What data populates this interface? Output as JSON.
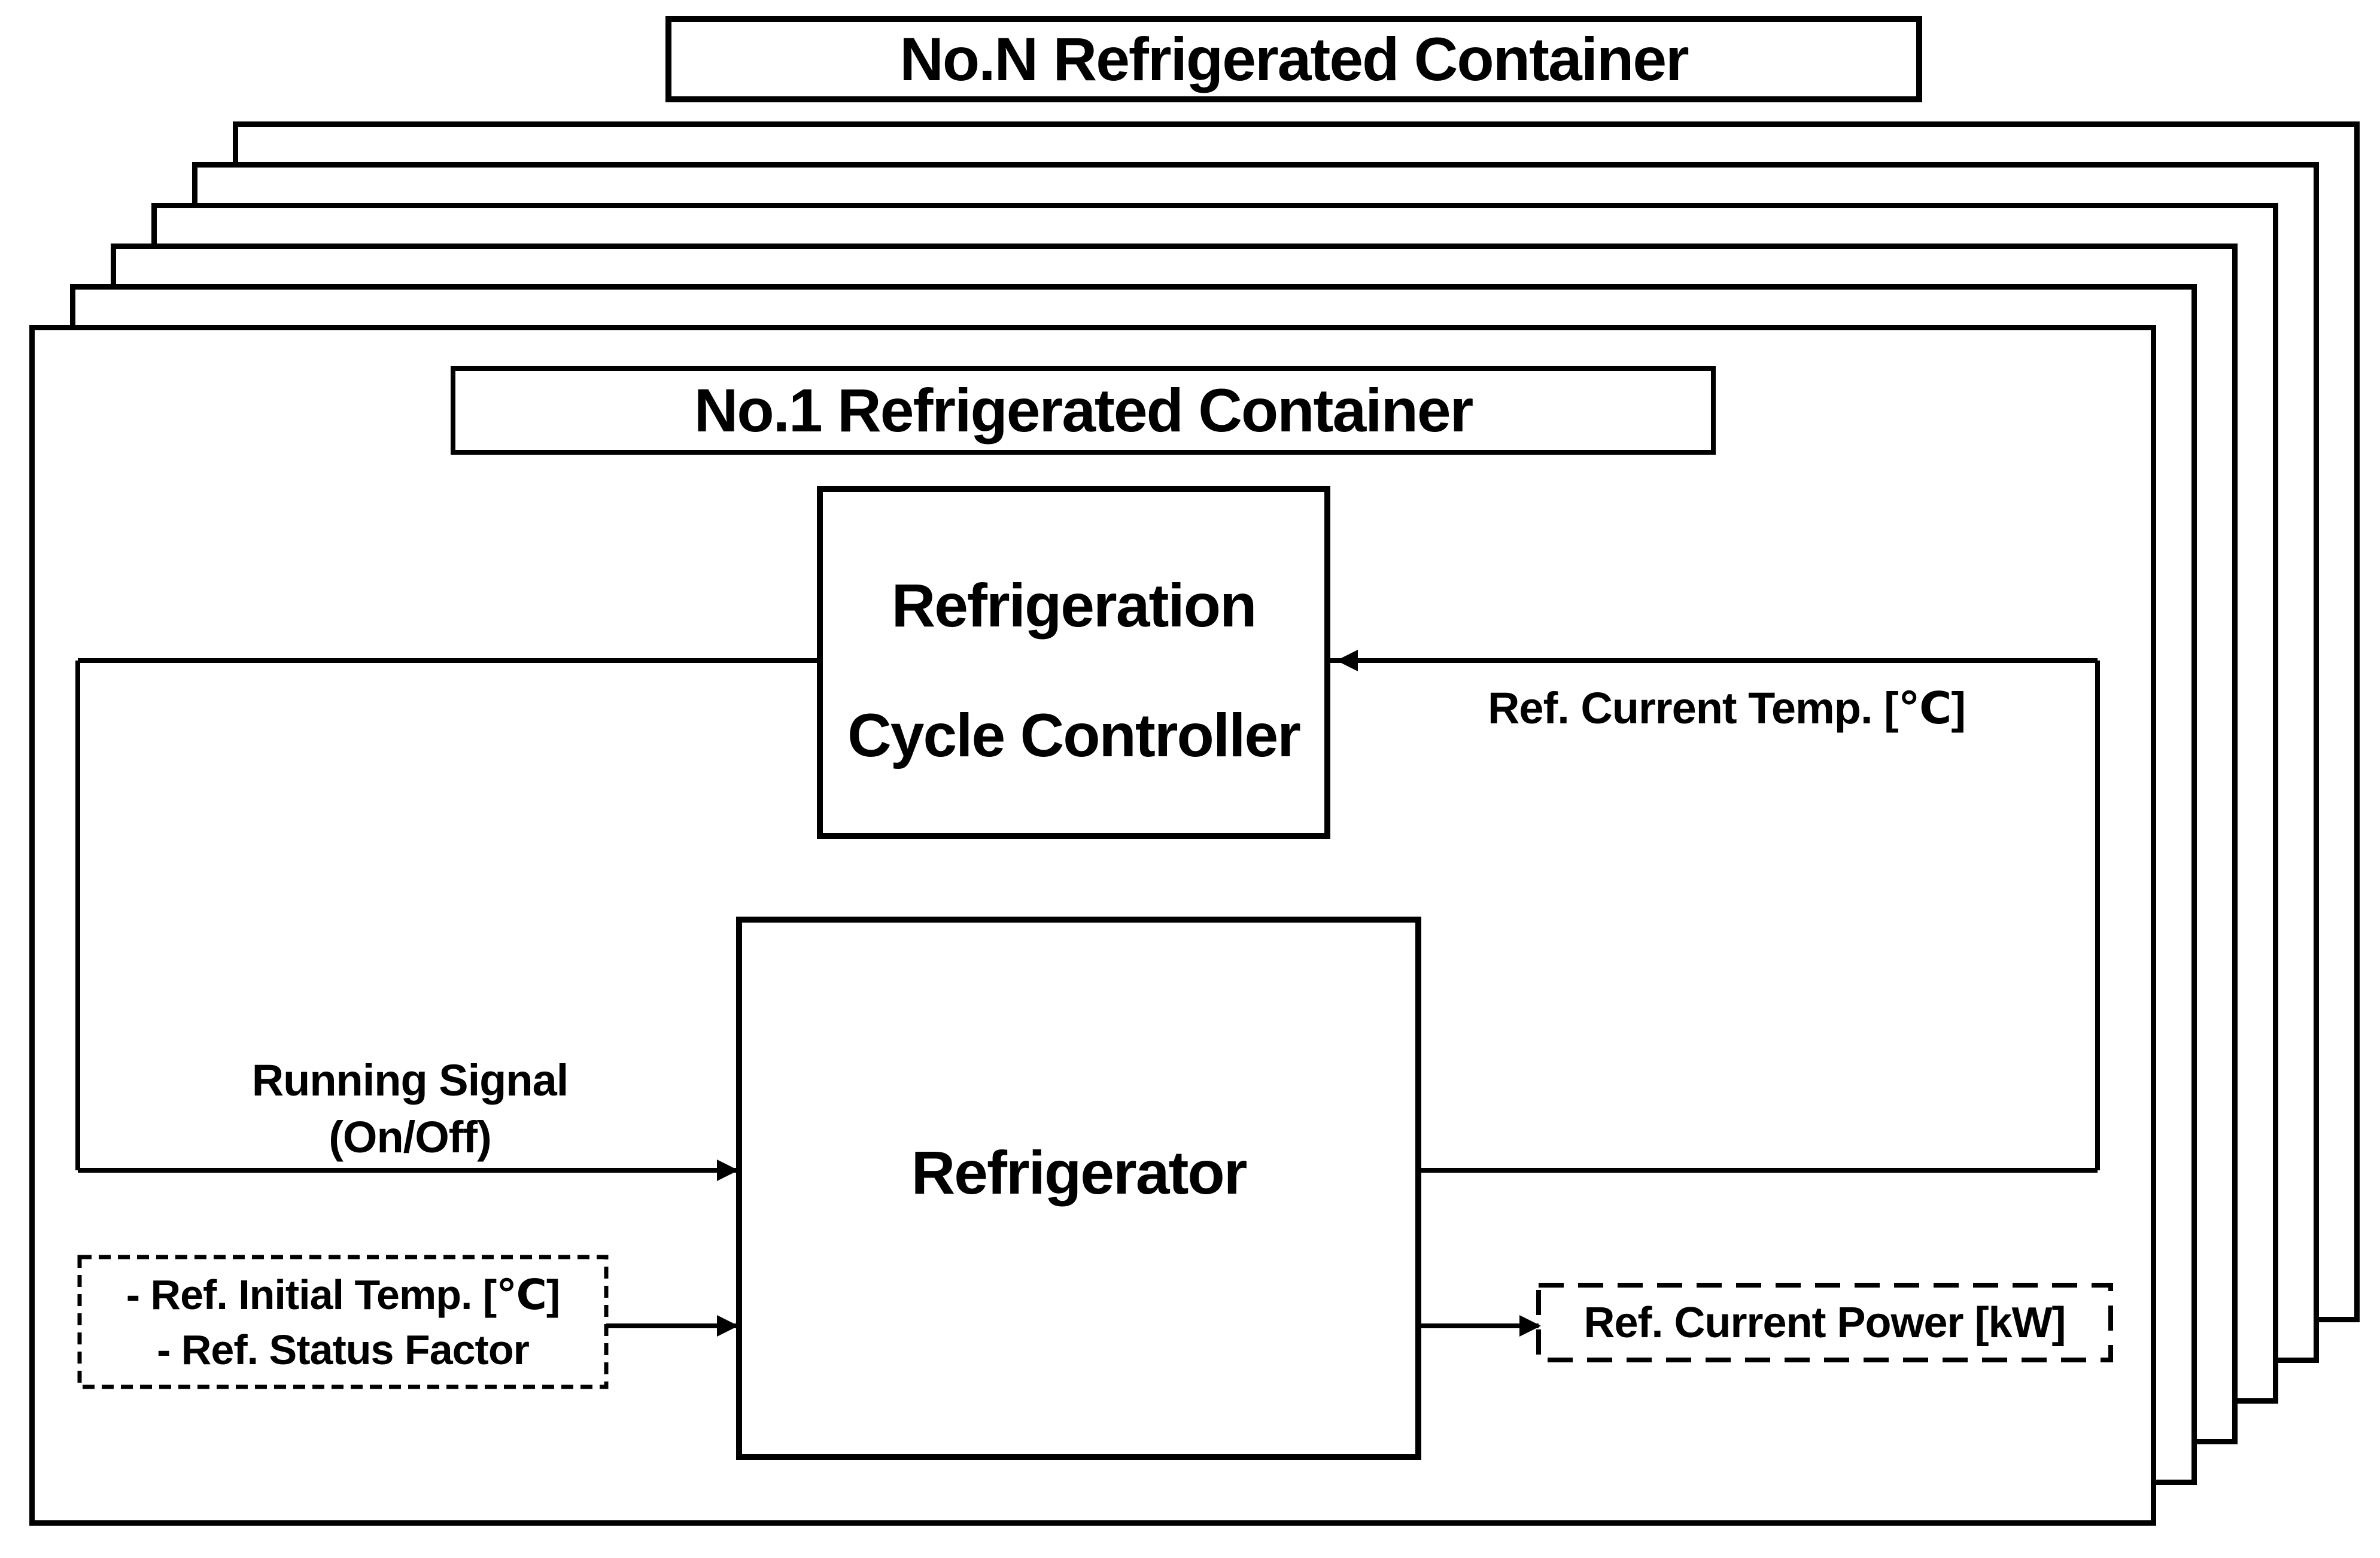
{
  "diagram": {
    "stack_title": "No.N Refrigerated Container",
    "container_title": "No.1 Refrigerated Container",
    "controller": {
      "line1": "Refrigeration",
      "line2": "Cycle Controller"
    },
    "refrigerator_label": "Refrigerator",
    "signals": {
      "feedback_temp": "Ref. Current Temp. [℃]",
      "running_signal_line1": "Running Signal",
      "running_signal_line2": "(On/Off)",
      "input_line1": "- Ref. Initial Temp. [℃]",
      "input_line2": "- Ref. Status Factor",
      "output_power": "Ref. Current Power [kW]"
    },
    "stacked_sheets_count": 6,
    "colors": {
      "ink": "#000000",
      "paper": "#ffffff"
    }
  }
}
